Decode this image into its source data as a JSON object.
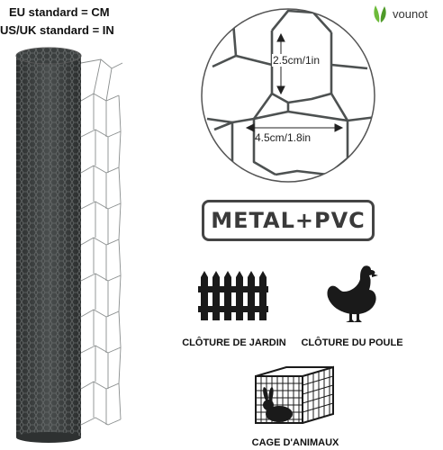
{
  "header": {
    "eu_standard": "EU standard = CM",
    "us_standard": "US/UK standard = IN"
  },
  "brand": {
    "name": "vounot",
    "icon": "leaf-logo-icon",
    "color": "#58a82f"
  },
  "mesh_detail": {
    "height_label": "2.5cm/1in",
    "width_label": "4.5cm/1.8in"
  },
  "material": {
    "label": "METAL+PVC"
  },
  "uses": [
    {
      "label": "CLÔTURE DE JARDIN",
      "icon": "fence-icon"
    },
    {
      "label": "CLÔTURE DU POULE",
      "icon": "chicken-icon"
    },
    {
      "label": "CAGE D'ANIMAUX",
      "icon": "rabbit-cage-icon"
    }
  ],
  "colors": {
    "wire": "#555555",
    "roll": "#3b3f3f",
    "icon": "#1a1a1a"
  }
}
